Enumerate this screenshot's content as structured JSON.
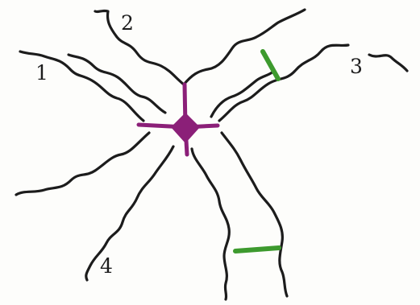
{
  "arm_labels": {
    "arm1": "1",
    "arm2": "2",
    "arm3": "3",
    "arm4": "4"
  },
  "colors": {
    "strand": "#1c1c1c",
    "core": "#8b1f78",
    "crosslink": "#3d9a2e",
    "background": "#fdfdfb"
  }
}
